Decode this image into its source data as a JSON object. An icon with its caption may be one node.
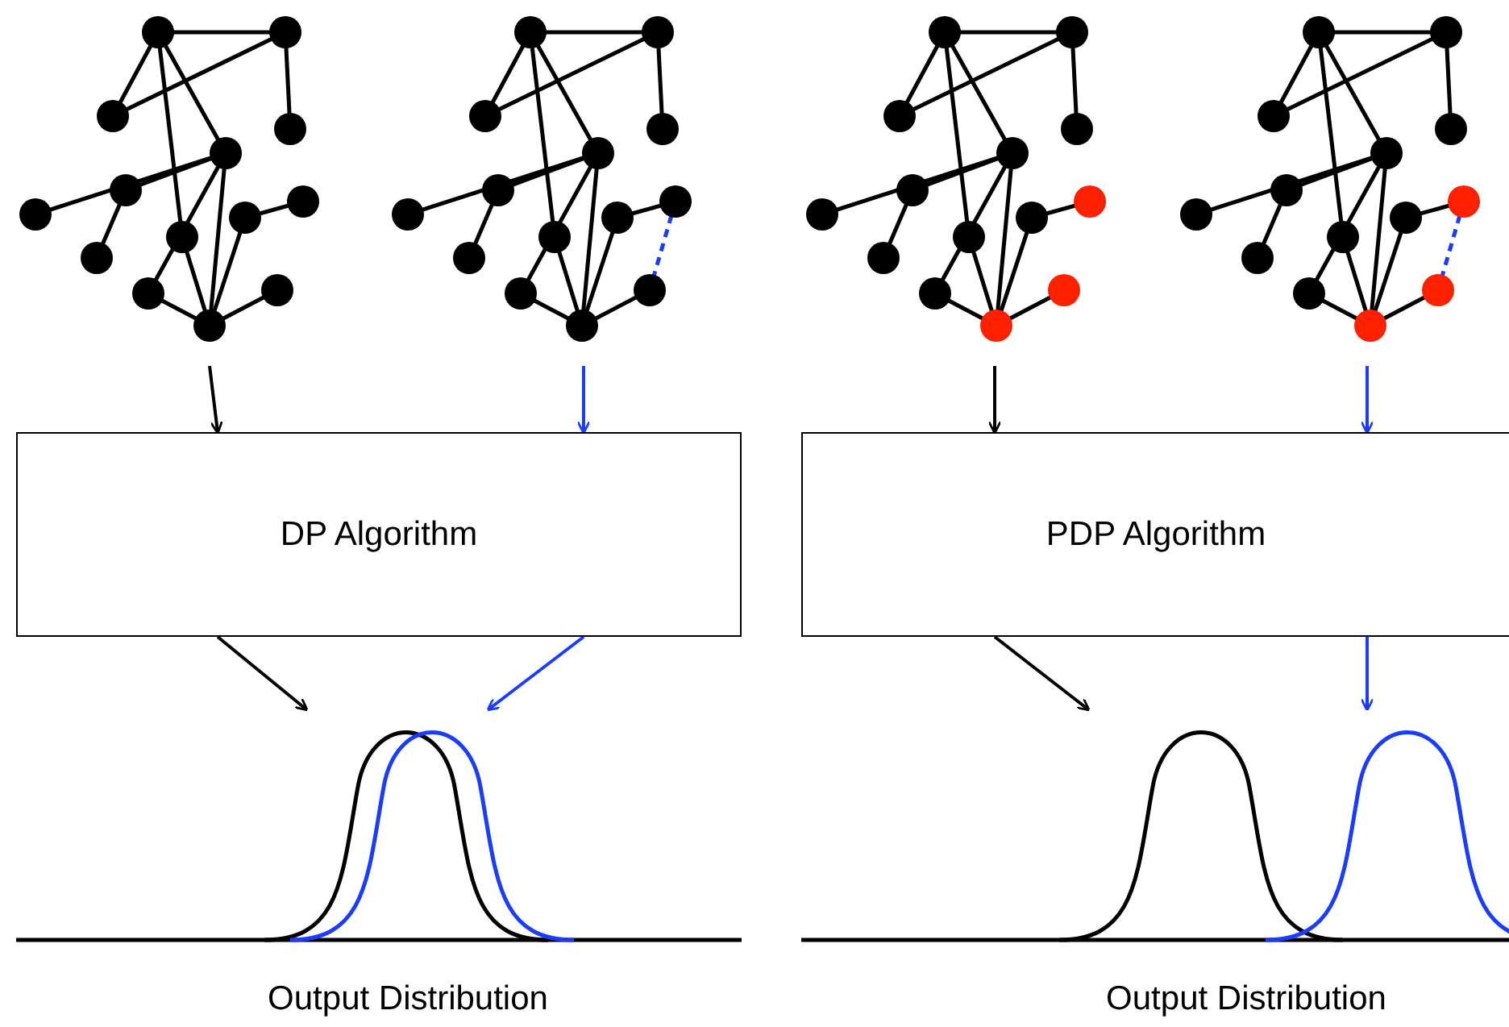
{
  "diagram": {
    "nodes": [
      {
        "text": [],
        "shape": "picture"
      },
      {
        "text": [],
        "shape": "picture"
      },
      {
        "text": [],
        "shape": "picture"
      },
      {
        "text": [],
        "shape": "picture"
      },
      {
        "text": [
          "DP Algorithm"
        ]
      },
      {
        "text": [
          "PDP Algorithm"
        ]
      },
      {
        "text": [],
        "shape": "picture"
      },
      {
        "text": [],
        "shape": "picture"
      }
    ],
    "edges": [
      {
        "from": 0,
        "to": 4,
        "arrow": "to"
      },
      {
        "from": 1,
        "to": 4,
        "arrow": "to",
        "color": "#1a3cff"
      },
      {
        "from": 2,
        "to": 5,
        "arrow": "to"
      },
      {
        "from": 3,
        "to": 5,
        "arrow": "to",
        "color": "#1a3cff"
      },
      {
        "from": 4,
        "to": 6,
        "arrow": "to"
      },
      {
        "from": 4,
        "to": 6,
        "arrow": "to",
        "color": "#1a3cff"
      },
      {
        "from": 5,
        "to": 7,
        "arrow": "to"
      },
      {
        "from": 5,
        "to": 7,
        "arrow": "to",
        "color": "#1a3cff"
      }
    ],
    "labels": [
      "Output Distribution",
      "Output Distribution"
    ]
  }
}
